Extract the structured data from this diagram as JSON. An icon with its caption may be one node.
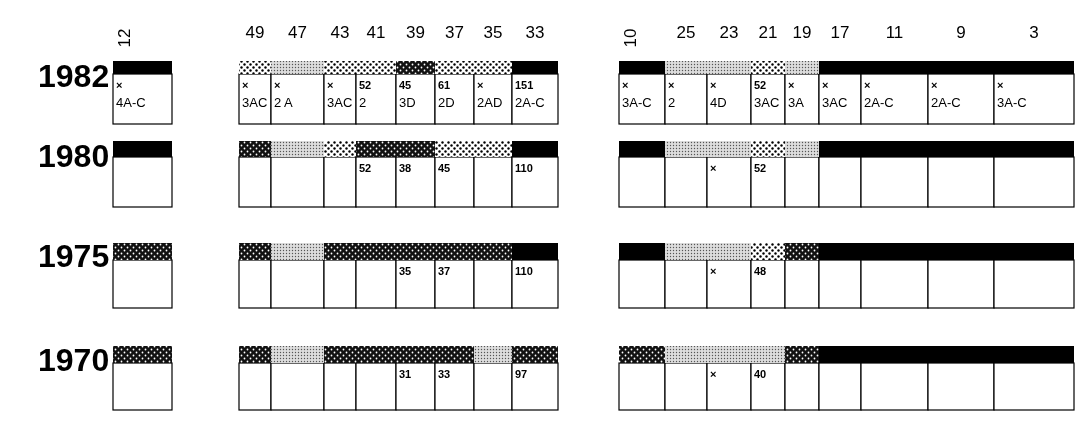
{
  "diagram": {
    "labels": [
      "12",
      "49",
      "47",
      "43",
      "41",
      "39",
      "37",
      "35",
      "33",
      "10",
      "25",
      "23",
      "21",
      "19",
      "17",
      "11",
      "9",
      "3",
      "1982",
      "×",
      "4A-C",
      "×",
      "3AC",
      "×",
      "2 A",
      "×",
      "3AC",
      "52",
      "2",
      "45",
      "3D",
      "61",
      "2D",
      "×",
      "2AD",
      "151",
      "2A-C",
      "×",
      "3A-C",
      "×",
      "2",
      "×",
      "4D",
      "52",
      "3AC",
      "×",
      "3A",
      "×",
      "3AC",
      "×",
      "2A-C",
      "×",
      "2A-C",
      "×",
      "3A-C",
      "1980",
      "52",
      "38",
      "45",
      "110",
      "×",
      "52",
      "1975",
      "35",
      "37",
      "110",
      "×",
      "48",
      "1970",
      "31",
      "33",
      "97",
      "×",
      "40"
    ]
  }
}
